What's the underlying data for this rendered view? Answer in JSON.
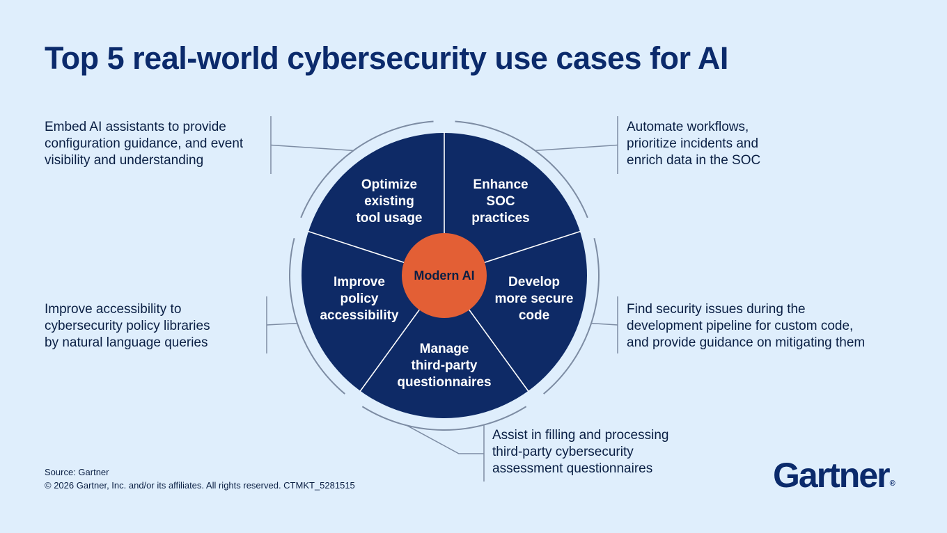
{
  "title": "Top 5 real-world cybersecurity use cases for AI",
  "center_label": "Modern AI",
  "segments": [
    {
      "lines": [
        "Optimize",
        "existing",
        "tool usage"
      ]
    },
    {
      "lines": [
        "Enhance",
        "SOC",
        "practices"
      ]
    },
    {
      "lines": [
        "Develop",
        "more secure",
        "code"
      ]
    },
    {
      "lines": [
        "Manage",
        "third-party",
        "questionnaires"
      ]
    },
    {
      "lines": [
        "Improve",
        "policy",
        "accessibility"
      ]
    }
  ],
  "descriptions": {
    "top_left": [
      "Embed AI assistants to provide",
      "configuration guidance, and event",
      "visibility and understanding"
    ],
    "top_right": [
      "Automate workflows,",
      "prioritize incidents and",
      "enrich data in the SOC"
    ],
    "mid_left": [
      "Improve accessibility to",
      "cybersecurity policy libraries",
      "by natural language queries"
    ],
    "mid_right": [
      "Find security issues during the",
      "development pipeline for custom code,",
      "and provide guidance on mitigating them"
    ],
    "bottom": [
      "Assist in filling and processing",
      "third-party cybersecurity",
      "assessment questionnaires"
    ]
  },
  "footer": {
    "source": "Source: Gartner",
    "copyright": "© 2026 Gartner, Inc. and/or its affiliates. All rights reserved. CTMKT_5281515"
  },
  "logo": {
    "text": "Gartner",
    "mark": "®"
  },
  "colors": {
    "background": "#dfeefc",
    "navy": "#0b2a6b",
    "wheel": "#0e2a66",
    "center": "#e35f35",
    "connector": "#7d8ca3"
  }
}
